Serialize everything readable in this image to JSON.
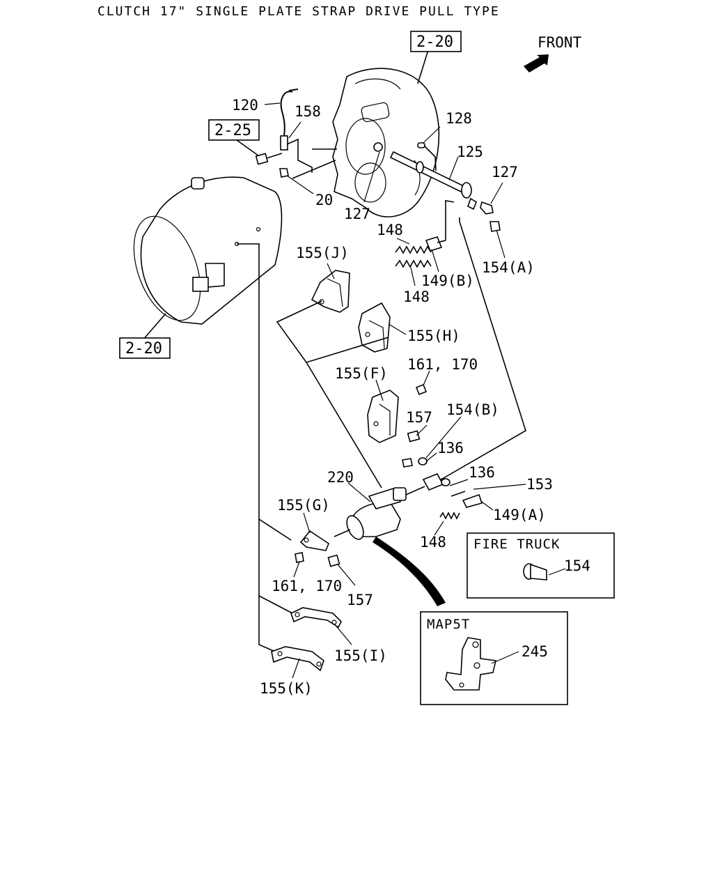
{
  "title": "CLUTCH 17\" SINGLE PLATE STRAP DRIVE PULL TYPE",
  "orientation": "FRONT",
  "refs": {
    "r220_top": "2-20",
    "r225": "2-25",
    "r220_left": "2-20"
  },
  "labels": {
    "p120": "120",
    "p158": "158",
    "p128": "128",
    "p125": "125",
    "p127a": "127",
    "p127b": "127",
    "p20": "20",
    "p148a": "148",
    "p148b": "148",
    "p149b": "149(B)",
    "p154a": "154(A)",
    "p155j": "155(J)",
    "p155h": "155(H)",
    "p155f": "155(F)",
    "p161a": "161, 170",
    "p157a": "157",
    "p154b": "154(B)",
    "p136a": "136",
    "p136b": "136",
    "p153": "153",
    "p220": "220",
    "p155g": "155(G)",
    "p149a": "149(A)",
    "p148c": "148",
    "p161b": "161, 170",
    "p157b": "157",
    "p155i": "155(I)",
    "p155k": "155(K)"
  },
  "inset_fire": {
    "title": "FIRE TRUCK",
    "part": "154"
  },
  "inset_map": {
    "title": "MAP5T",
    "part": "245"
  }
}
